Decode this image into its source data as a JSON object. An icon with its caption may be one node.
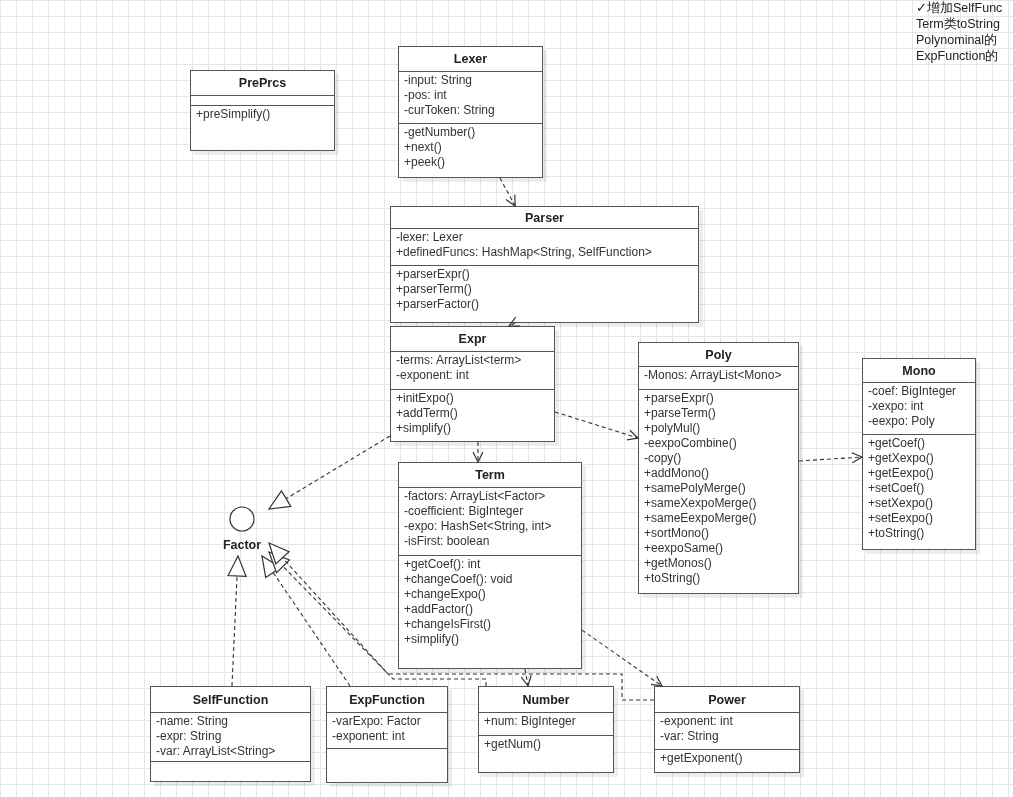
{
  "diagram": {
    "nodes": [
      {
        "text": [
          "PrePrcs",
          "+preSimplify()"
        ]
      },
      {
        "text": [
          "Lexer",
          "-input: String",
          "-pos: int",
          "-curToken: String",
          "-getNumber()",
          "+next()",
          "+peek()"
        ]
      },
      {
        "text": [
          "Parser",
          "-lexer: Lexer",
          "+definedFuncs: HashMap<String, SelfFunction>",
          "+parserExpr()",
          "+parserTerm()",
          "+parserFactor()"
        ]
      },
      {
        "text": [
          "Expr",
          "-terms: ArrayList<term>",
          "-exponent: int",
          "+initExpo()",
          "+addTerm()",
          "+simplify()"
        ]
      },
      {
        "text": [
          "Poly",
          "-Monos: ArrayList<Mono>",
          "+parseExpr()",
          "+parseTerm()",
          "+polyMul()",
          "-eexpoCombine()",
          "-copy()",
          "+addMono()",
          "+samePolyMerge()",
          "+sameXexpoMerge()",
          "+sameEexpoMerge()",
          "+sortMono()",
          "+eexpoSame()",
          "+getMonos()",
          "+toString()"
        ]
      },
      {
        "text": [
          "Mono",
          "-coef: BigInteger",
          "-xexpo: int",
          "-eexpo: Poly",
          "+getCoef()",
          "+getXexpo()",
          "+getEexpo()",
          "+setCoef()",
          "+setXexpo()",
          "+setEexpo()",
          "+toString()"
        ]
      },
      {
        "text": [
          "Term",
          "-factors: ArrayList<Factor>",
          "-coefficient: BigInteger",
          "-expo: HashSet<String, int>",
          "-isFirst: boolean",
          "+getCoef(): int",
          "+changeCoef(): void",
          "+changeExpo()",
          "+addFactor()",
          "+changeIsFirst()",
          "+simplify()"
        ]
      },
      {
        "text": [
          "Factor"
        ]
      },
      {
        "text": [
          "SelfFunction",
          "-name: String",
          "-expr: String",
          "-var: ArrayList<String>"
        ]
      },
      {
        "text": [
          "ExpFunction",
          "-varExpo: Factor",
          "-exponent: int"
        ]
      },
      {
        "text": [
          "Number",
          "+num: BigInteger",
          "+getNum()"
        ]
      },
      {
        "text": [
          "Power",
          "-exponent: int",
          "-var: String",
          "+getExponent()"
        ]
      }
    ],
    "edges": [
      {
        "from": 1,
        "to": 2,
        "arrow": "to",
        "style": "dashed"
      },
      {
        "from": 2,
        "to": 3,
        "arrow": "to",
        "style": "dashed"
      },
      {
        "from": 3,
        "to": 4,
        "arrow": "to",
        "style": "dashed"
      },
      {
        "from": 3,
        "to": 6,
        "arrow": "to",
        "style": "dashed"
      },
      {
        "from": 4,
        "to": 5,
        "arrow": "to",
        "style": "dashed"
      },
      {
        "from": 6,
        "to": 10,
        "arrow": "to",
        "style": "dashed"
      },
      {
        "from": 6,
        "to": 11,
        "arrow": "to",
        "style": "dashed"
      },
      {
        "from": 3,
        "to": 7,
        "arrow": "to",
        "style": "dashed"
      },
      {
        "from": 8,
        "to": 7,
        "arrow": "to",
        "style": "dashed"
      },
      {
        "from": 9,
        "to": 7,
        "arrow": "to",
        "style": "dashed"
      },
      {
        "from": 10,
        "to": 7,
        "arrow": "to",
        "style": "dashed"
      },
      {
        "from": 11,
        "to": 7,
        "arrow": "to",
        "style": "dashed"
      }
    ],
    "labels": [
      "✓增加SelfFunc",
      "Term类toString",
      "Polynominal的",
      "ExpFunction的"
    ]
  }
}
